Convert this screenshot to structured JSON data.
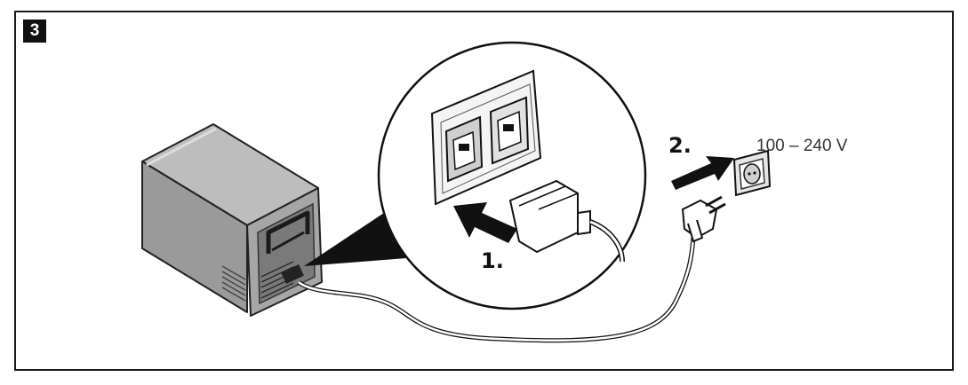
{
  "figure": {
    "number": "3",
    "step1_label": "1.",
    "step2_label": "2.",
    "voltage_label": "100 – 240 V"
  },
  "colors": {
    "frame": "#1a1a1a",
    "device_body": "#9a9a9a",
    "device_dark": "#555555",
    "zoom_circle": "#111111",
    "arrow": "#111111"
  },
  "icons": [
    "power-supply-unit-icon",
    "iec-socket-icon",
    "iec-plug-icon",
    "schuko-plug-icon",
    "wall-socket-icon",
    "arrow-icon"
  ]
}
